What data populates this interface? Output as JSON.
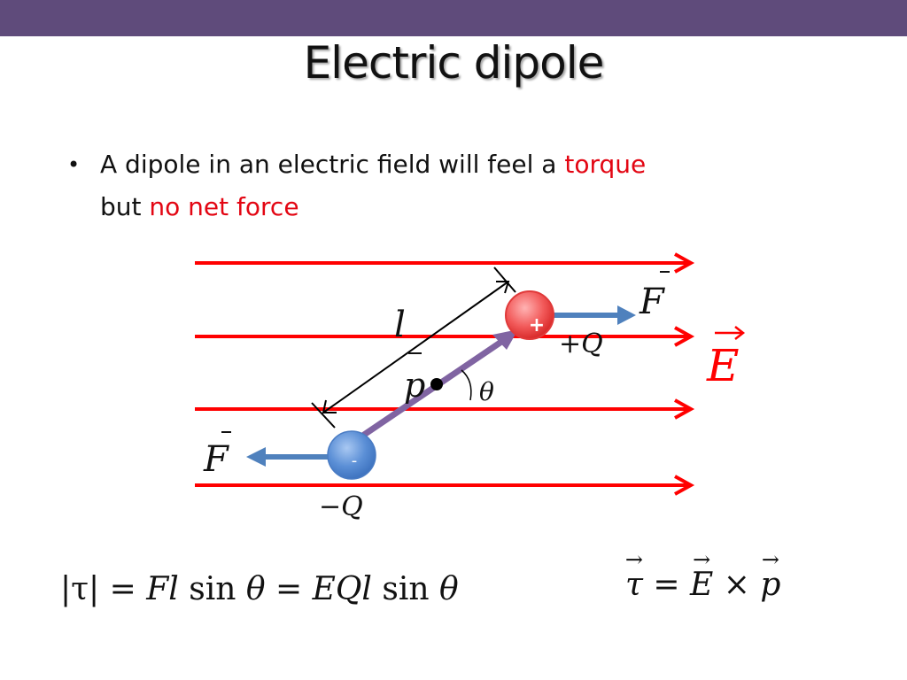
{
  "slide": {
    "title": "Electric dipole",
    "header_band_color": "#5f4b7b"
  },
  "bullet": {
    "marker": "•",
    "line1_pre": "A dipole in an electric field will feel a ",
    "line1_highlight": "torque",
    "line2_pre": "but ",
    "line2_highlight": "no net force",
    "highlight_color": "#e30613"
  },
  "diagram": {
    "field_label": "E",
    "field_color": "#ff0000",
    "length_label": "l",
    "dipole_moment_label": "p",
    "angle_label": "θ",
    "positive_charge": {
      "sign": "+",
      "label": "+Q",
      "color": "#f25a5a"
    },
    "negative_charge": {
      "sign": "-",
      "label": "−Q",
      "color": "#5b8fd6"
    },
    "force_label_right": "F",
    "force_label_left": "F",
    "force_color": "#4f81bd",
    "dipole_color": "#8064a2"
  },
  "equations": {
    "magnitude": {
      "lhs": "|τ|",
      "eq1": "=",
      "mid_F": "F",
      "mid_l": "l",
      "sin1": "sin",
      "theta1": "θ",
      "eq2": "=",
      "rhs_EQl": "EQl",
      "sin2": "sin",
      "theta2": "θ"
    },
    "vector": {
      "tau": "τ",
      "eq": "=",
      "E": "E",
      "cross": "×",
      "p": "p"
    }
  }
}
